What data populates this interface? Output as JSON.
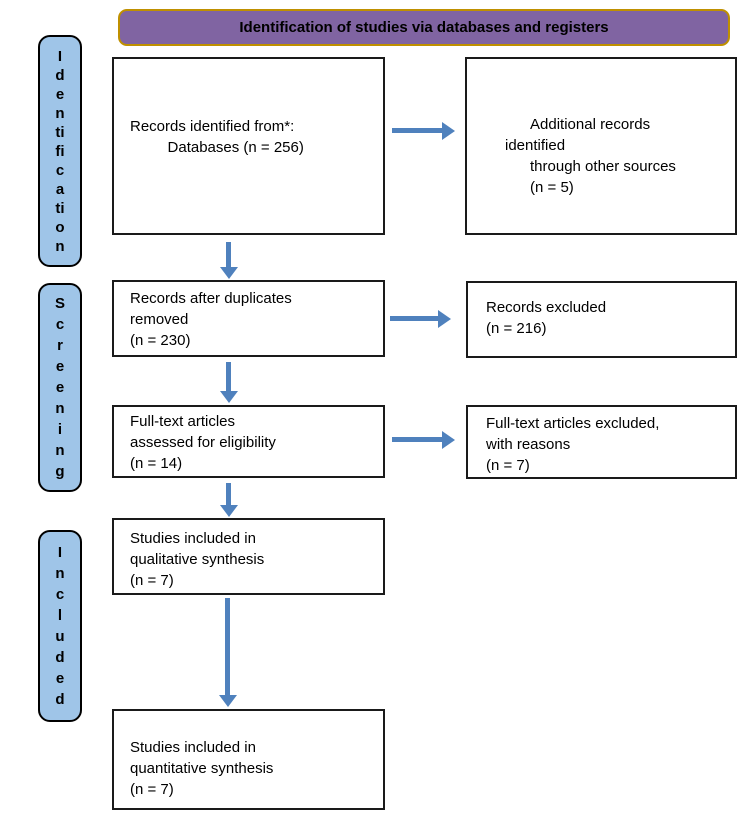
{
  "header": {
    "title": "Identification of studies via databases and registers"
  },
  "colors": {
    "header_fill": "#8064A2",
    "header_border": "#BF9000",
    "stage_fill": "#9FC5E8",
    "arrow": "#4F81BD",
    "box_border": "#1a1a1a"
  },
  "stages": {
    "identification": {
      "label": "Identification",
      "vertical": "I\nd\ne\nn\nti\nfi\nc\na\nti\no\nn"
    },
    "screening": {
      "label": "Screening",
      "vertical": "S\nc\nr\ne\ne\nn\ni\nn\ng"
    },
    "included": {
      "label": "Included",
      "vertical": "I\nn\nc\nl\nu\nd\ne\nd"
    }
  },
  "boxes": {
    "records_identified": {
      "text": "Records identified from*:\n         Databases (n = 256)",
      "n": 256
    },
    "additional_records": {
      "text": "      Additional records\nidentified\n      through other sources\n      (n = 5)",
      "n": 5
    },
    "duplicates_removed": {
      "text": "Records after duplicates\nremoved\n(n = 230)",
      "n": 230
    },
    "records_excluded": {
      "text": "Records excluded\n(n = 216)",
      "n": 216
    },
    "fulltext_assessed": {
      "text": "Full-text articles\nassessed for eligibility\n(n = 14)",
      "n": 14
    },
    "fulltext_excluded": {
      "text": "Full-text articles excluded,\nwith reasons\n(n = 7)",
      "n": 7
    },
    "qualitative": {
      "text": "Studies included in\nqualitative synthesis\n(n = 7)",
      "n": 7
    },
    "quantitative": {
      "text": "Studies included in\nquantitative synthesis\n(n = 7)",
      "n": 7
    }
  }
}
